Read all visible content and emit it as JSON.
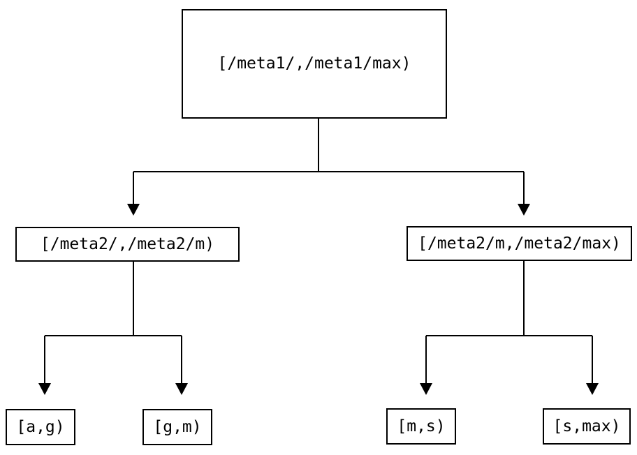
{
  "colors": {
    "background": "#ffffff",
    "line": "#000000",
    "text": "#000000"
  },
  "tree": {
    "root": {
      "label": "[/meta1/,/meta1/max)"
    },
    "children": [
      {
        "label": "[/meta2/,/meta2/m)"
      },
      {
        "label": "[/meta2/m,/meta2/max)"
      }
    ],
    "leaves": [
      {
        "label": "[a,g)"
      },
      {
        "label": "[g,m)"
      },
      {
        "label": "[m,s)"
      },
      {
        "label": "[s,max)"
      }
    ],
    "edges": [
      {
        "from": "[/meta1/,/meta1/max)",
        "to": "[/meta2/,/meta2/m)"
      },
      {
        "from": "[/meta1/,/meta1/max)",
        "to": "[/meta2/m,/meta2/max)"
      },
      {
        "from": "[/meta2/,/meta2/m)",
        "to": "[a,g)"
      },
      {
        "from": "[/meta2/,/meta2/m)",
        "to": "[g,m)"
      },
      {
        "from": "[/meta2/m,/meta2/max)",
        "to": "[m,s)"
      },
      {
        "from": "[/meta2/m,/meta2/max)",
        "to": "[s,max)"
      }
    ]
  }
}
